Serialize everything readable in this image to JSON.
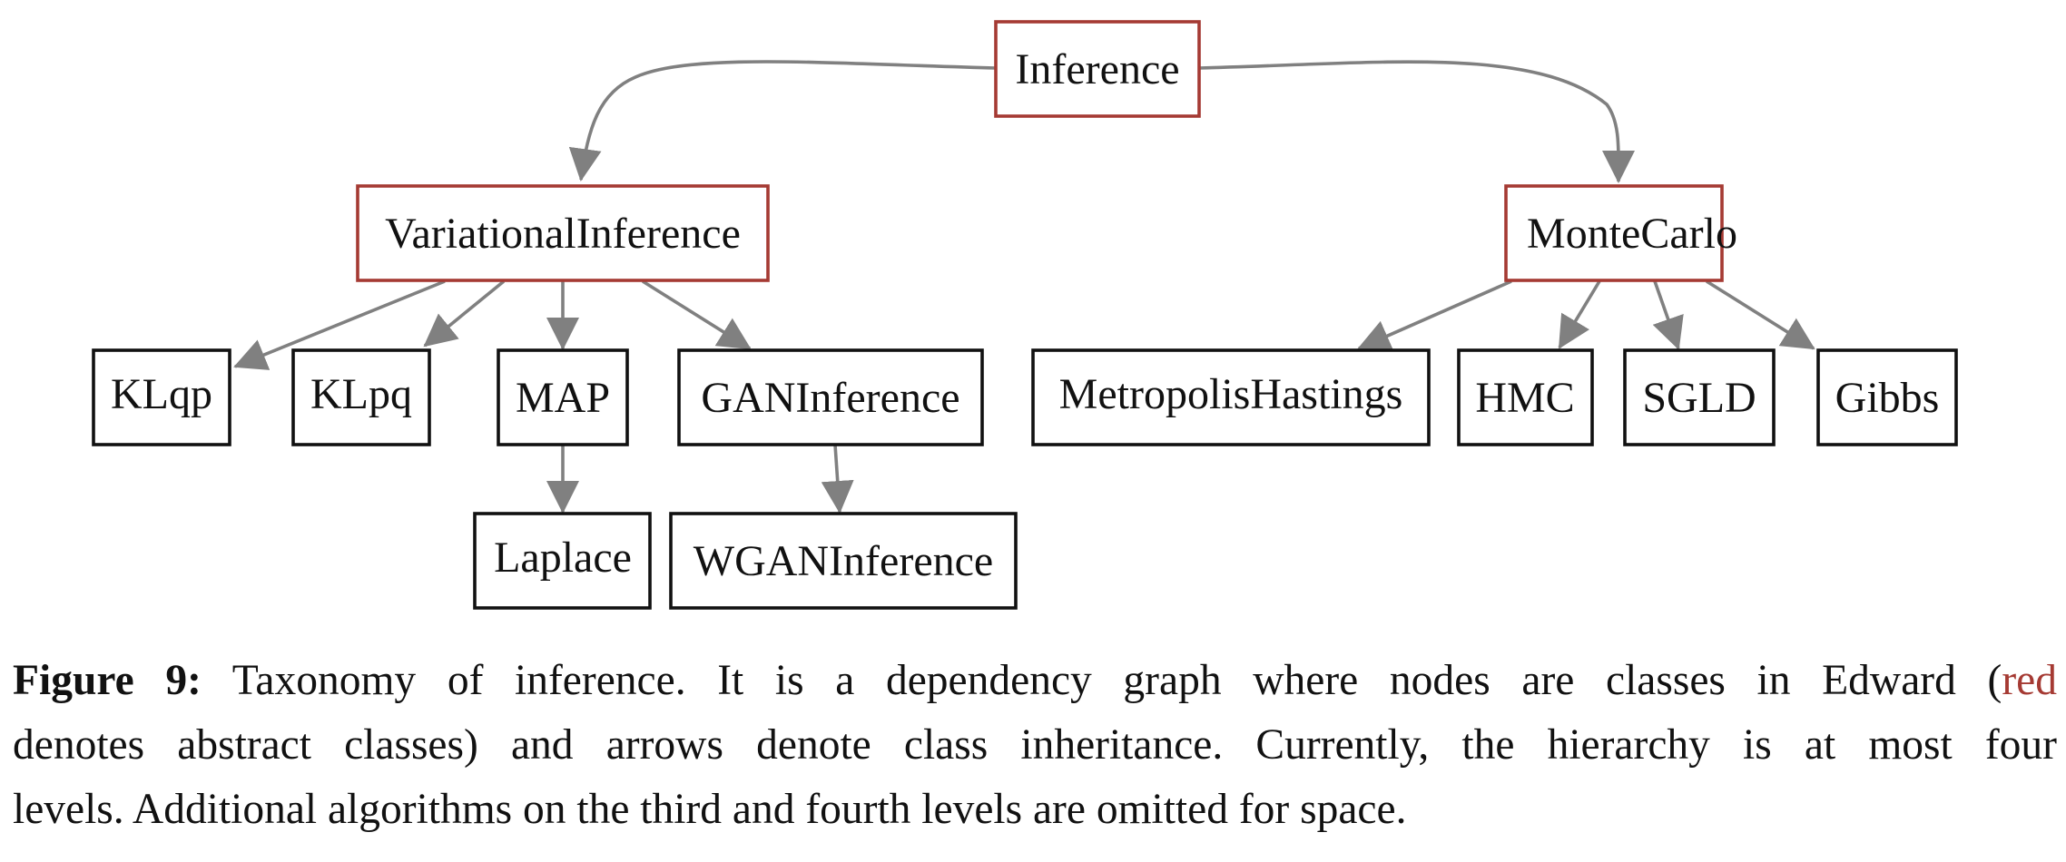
{
  "colors": {
    "abstract_border": "#a53a33",
    "concrete_border": "#111111",
    "edge": "#808080"
  },
  "nodes": {
    "inference": "Inference",
    "variational_inference": "VariationalInference",
    "monte_carlo": "MonteCarlo",
    "klqp": "KLqp",
    "klpq": "KLpq",
    "map": "MAP",
    "gan_inference": "GANInference",
    "metropolis_hastings": "MetropolisHastings",
    "hmc": "HMC",
    "sgld": "SGLD",
    "gibbs": "Gibbs",
    "laplace": "Laplace",
    "wgan_inference": "WGANInference"
  },
  "caption": {
    "label": "Figure 9:",
    "line1_text": "Taxonomy of inference. It is a dependency graph where nodes are classes in Edward (",
    "line1_red": "red",
    "line2": "denotes abstract classes) and arrows denote class inheritance. Currently, the hierarchy is at most four",
    "line3": "levels. Additional algorithms on the third and fourth levels are omitted for space."
  }
}
